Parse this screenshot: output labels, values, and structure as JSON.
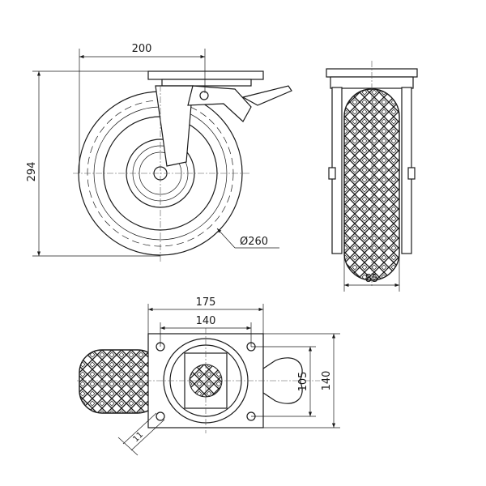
{
  "title": "Swivel castor with brake - technical drawing",
  "dimensions": {
    "front_width": "200",
    "front_height": "294",
    "wheel_diameter": "Ø260",
    "side_width": "85",
    "plate_width": "175",
    "hole_spacing_x": "140",
    "hole_spacing_y": "105",
    "plate_depth": "140",
    "hole_diameter": "11"
  },
  "colors": {
    "line": "#1a1a1a"
  }
}
